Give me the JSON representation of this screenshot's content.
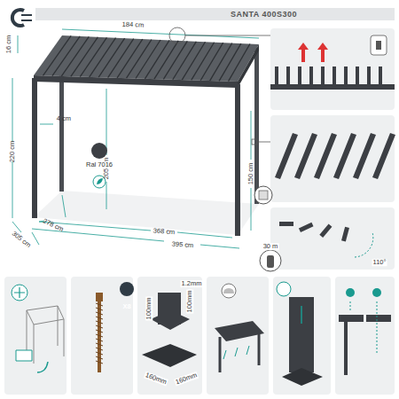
{
  "diagram": {
    "title": "SANTA 400S300",
    "labels": [
      "184 cm",
      "16 cm",
      "4 cm",
      "220 cm",
      "205 cm",
      "150 cm",
      "305 cm",
      "278 cm",
      "368 cm",
      "395 cm",
      "Ral 7016",
      "30 m",
      "110°",
      "X8",
      "100mm",
      "100mm",
      "160mm",
      "160mm",
      "1.2mm"
    ]
  }
}
